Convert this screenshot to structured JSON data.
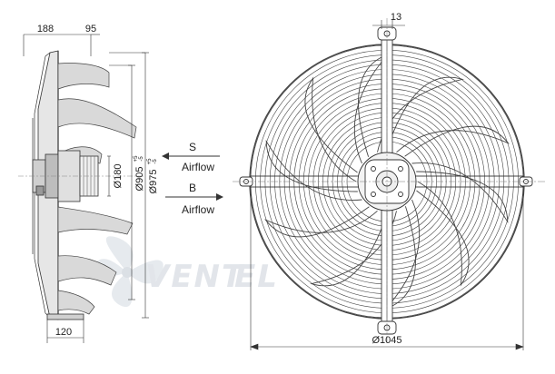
{
  "drawing": {
    "side_view": {
      "dim_total_depth": "188",
      "dim_motor_depth": "95",
      "dim_base_depth": "120",
      "dim_hub_dia": "Ø180",
      "dim_blade_dia": "Ø905",
      "dim_blade_dia_tol_upper": "+5",
      "dim_blade_dia_tol_lower": "-5",
      "dim_housing_dia": "Ø975",
      "dim_housing_dia_tol_upper": "+5",
      "dim_housing_dia_tol_lower": "-5"
    },
    "airflow": {
      "s_letter": "S",
      "s_label": "Airflow",
      "b_letter": "B",
      "b_label": "Airflow"
    },
    "front_view": {
      "dim_mount_width": "13",
      "dim_outer_dia": "Ø1045"
    },
    "watermark": {
      "brand_a": "VENT",
      "brand_b": "EL"
    }
  }
}
